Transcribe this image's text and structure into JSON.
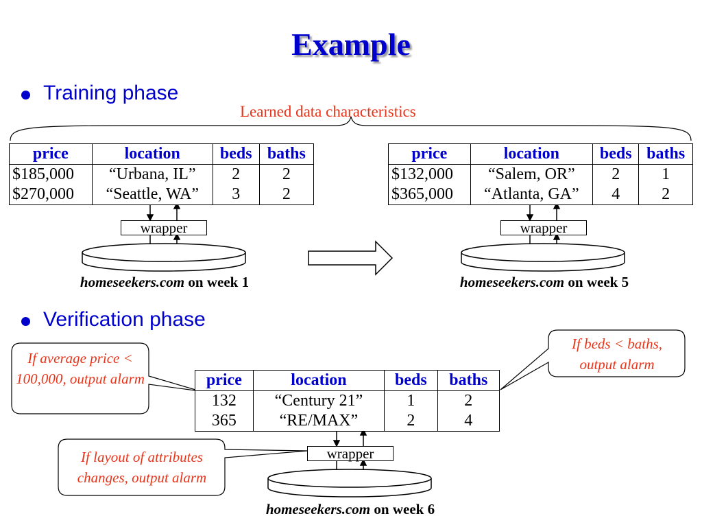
{
  "title": "Example",
  "bullets": [
    "Training phase",
    "Verification phase"
  ],
  "learned_caption": "Learned data characteristics",
  "columns": [
    "price",
    "location",
    "beds",
    "baths"
  ],
  "tables": {
    "week1": [
      [
        "$185,000",
        "“Urbana, IL”",
        "2",
        "2"
      ],
      [
        "$270,000",
        "“Seattle, WA”",
        "3",
        "2"
      ]
    ],
    "week5": [
      [
        "$132,000",
        "“Salem, OR”",
        "2",
        "1"
      ],
      [
        "$365,000",
        "“Atlanta, GA”",
        "4",
        "2"
      ]
    ],
    "week6": [
      [
        "132",
        "“Century 21”",
        "1",
        "2"
      ],
      [
        "365",
        "“RE/MAX”",
        "2",
        "4"
      ]
    ]
  },
  "wrapper_label": "wrapper",
  "sites": {
    "week1": {
      "site": "homeseekers.com",
      "suffix": " on week 1"
    },
    "week5": {
      "site": "homeseekers.com",
      "suffix": " on week 5"
    },
    "week6": {
      "site": "homeseekers.com",
      "suffix": " on week 6"
    }
  },
  "callouts": {
    "price": "If average price < 100,000, output alarm",
    "beds": "If beds < baths, output alarm",
    "layout": "If layout of attributes changes, output alarm"
  },
  "colors": {
    "header_blue": "#0000cc",
    "callout_red": "#e8341a"
  }
}
